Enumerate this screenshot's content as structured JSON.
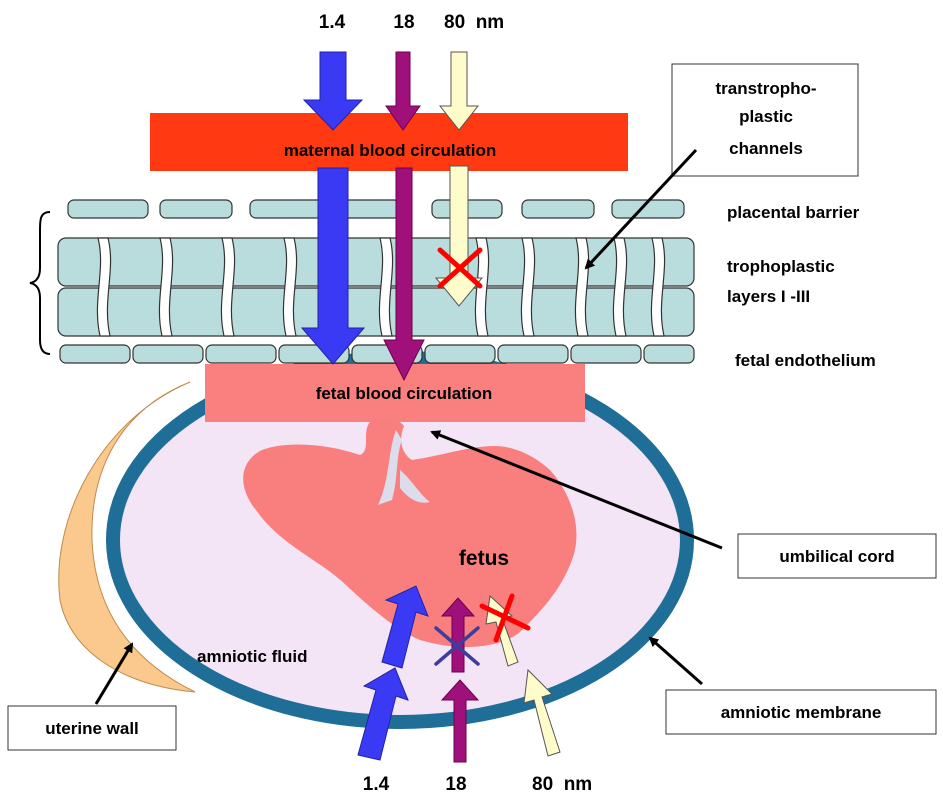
{
  "top_sizes": {
    "a": "1.4",
    "b": "18",
    "c": "80  nm"
  },
  "bottom_sizes": {
    "a": "1.4",
    "b": "18",
    "c": "80  nm"
  },
  "labels": {
    "maternal": "maternal blood circulation",
    "fetal": "fetal blood circulation",
    "fetus": "fetus",
    "amniotic_fluid": "amniotic fluid",
    "placental_barrier": "placental barrier",
    "trophoplastic_1": "trophoplastic",
    "trophoplastic_2": "layers I -III",
    "fetal_endothelium": "fetal endothelium"
  },
  "callouts": {
    "transtropho_1": "transtropho-",
    "transtropho_2": "plastic",
    "transtropho_3": "channels",
    "umbilical_cord": "umbilical cord",
    "amniotic_membrane": "amniotic membrane",
    "uterine_wall": "uterine wall"
  },
  "colors": {
    "blue_arrow": "#3a3af5",
    "purple_arrow": "#a0107a",
    "cream_arrow": "#fffccc",
    "maternal_band": "#ff3a12",
    "fetal_band": "#fa8080",
    "cell_fill": "#b9dcdc",
    "amnion_ring": "#1f6e97",
    "amniotic_fill": "#f3e4f6",
    "uterine": "#fbc98d",
    "cross_red": "#ff0000",
    "cross_blue": "#3d3d9e"
  }
}
